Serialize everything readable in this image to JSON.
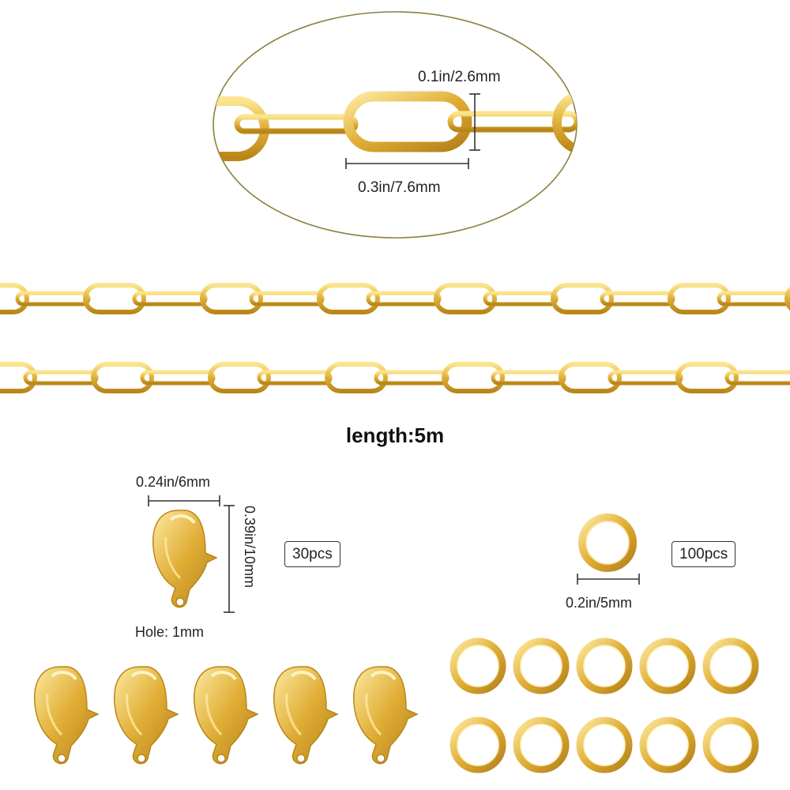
{
  "zoom": {
    "height_label": "0.1in/2.6mm",
    "width_label": "0.3in/7.6mm"
  },
  "product": {
    "length_label": "length:5m",
    "chain_color": "#e3b43d",
    "chain_highlight": "#fbe58e",
    "chain_shadow": "#b98717"
  },
  "clasp": {
    "width_label": "0.24in/6mm",
    "height_label": "0.39in/10mm",
    "hole_label": "Hole: 1mm",
    "count_label": "30pcs",
    "quantity_shown": 5
  },
  "jump_ring": {
    "size_label": "0.2in/5mm",
    "count_label": "100pcs",
    "quantity_shown": 10
  }
}
